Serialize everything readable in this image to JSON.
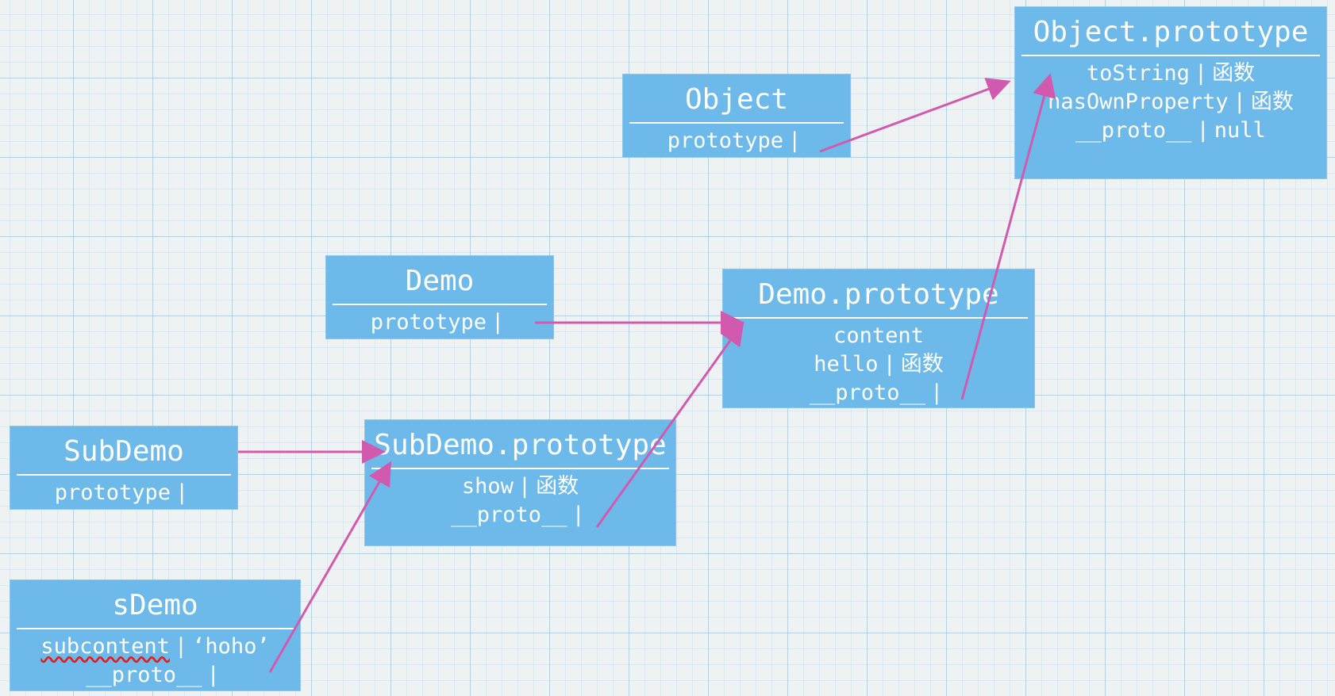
{
  "boxes": {
    "object": {
      "title": "Object",
      "rows": [
        {
          "key": "prototype",
          "sep": "|",
          "value": ""
        }
      ]
    },
    "object_prototype": {
      "title": "Object.prototype",
      "rows": [
        {
          "key": "toString",
          "sep": "|",
          "value": "函数"
        },
        {
          "key": "hasOwnProperty",
          "sep": "|",
          "value": "函数"
        },
        {
          "key": "__proto__",
          "sep": "|",
          "value": "null"
        }
      ]
    },
    "demo": {
      "title": "Demo",
      "rows": [
        {
          "key": "prototype",
          "sep": "|",
          "value": ""
        }
      ]
    },
    "demo_prototype": {
      "title": "Demo.prototype",
      "rows": [
        {
          "key": "content",
          "sep": "",
          "value": ""
        },
        {
          "key": "hello",
          "sep": "|",
          "value": "函数"
        },
        {
          "key": "__proto__",
          "sep": "|",
          "value": ""
        }
      ]
    },
    "subdemo": {
      "title": "SubDemo",
      "rows": [
        {
          "key": "prototype",
          "sep": "|",
          "value": ""
        }
      ]
    },
    "subdemo_prototype": {
      "title": "SubDemo.prototype",
      "rows": [
        {
          "key": "show",
          "sep": "|",
          "value": "函数"
        },
        {
          "key": "__proto__",
          "sep": "|",
          "value": ""
        }
      ]
    },
    "sdemo": {
      "title": "sDemo",
      "rows": [
        {
          "key": "subcontent",
          "sep": "|",
          "value": "‘hoho’"
        },
        {
          "key": "__proto__",
          "sep": "|",
          "value": ""
        }
      ]
    }
  },
  "colors": {
    "box": "#6cb9ea",
    "text": "#ffffff",
    "arrow": "#d25aae",
    "underline": "#e02020"
  }
}
